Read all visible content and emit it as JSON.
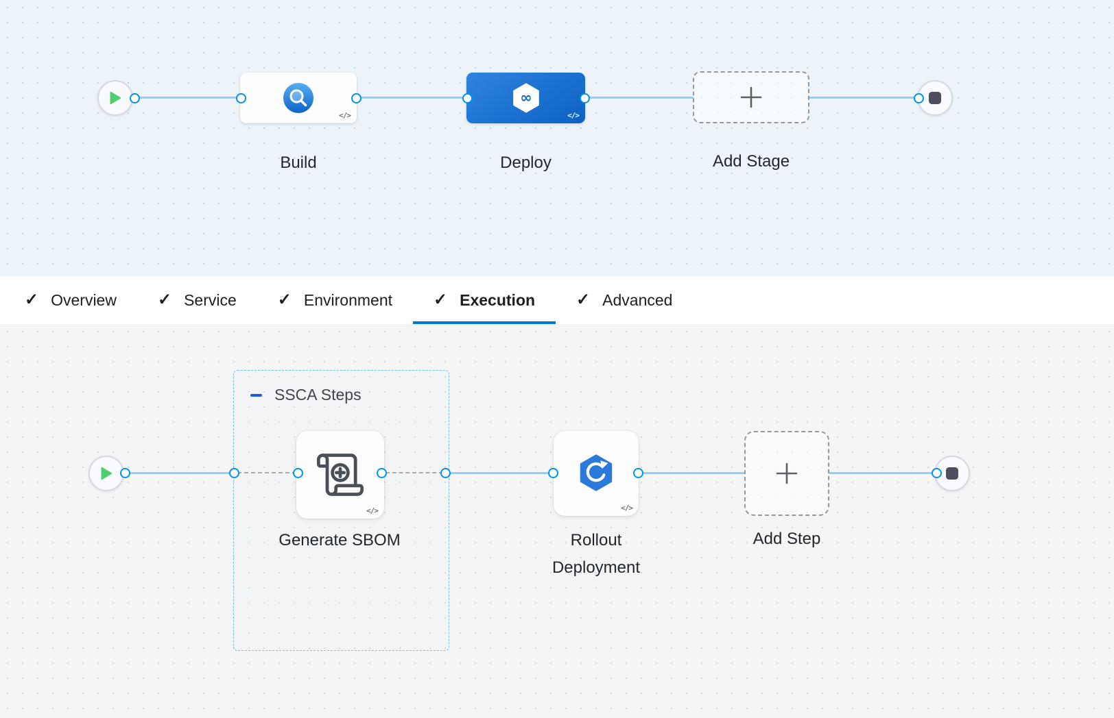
{
  "colors": {
    "accent": "#0278d5",
    "connector_blue": "#8ed0f4",
    "port_border": "#0092e4",
    "selected_stage_blue": "#1b72d4",
    "play_green": "#4fce70",
    "stop_gray": "#4d4f5e",
    "group_border_blue": "#6fc0ee",
    "text_dark": "#22272e"
  },
  "stage_pipeline": {
    "stages": [
      {
        "name": "Build",
        "type": "ci-stage",
        "selected": false
      },
      {
        "name": "Deploy",
        "type": "cd-stage",
        "selected": true
      }
    ],
    "add_stage_label": "Add Stage",
    "code_glyph": "</>"
  },
  "tab_bar": {
    "check_glyph": "✓",
    "tabs": [
      {
        "label": "Overview",
        "checked": true,
        "active": false
      },
      {
        "label": "Service",
        "checked": true,
        "active": false
      },
      {
        "label": "Environment",
        "checked": true,
        "active": false
      },
      {
        "label": "Execution",
        "checked": true,
        "active": true
      },
      {
        "label": "Advanced",
        "checked": true,
        "active": false
      }
    ]
  },
  "execution_pipeline": {
    "group": {
      "label": "SSCA Steps"
    },
    "steps": [
      {
        "name": "Generate SBOM",
        "type": "sbom-step"
      },
      {
        "name": "Rollout Deployment",
        "type": "rollout-step"
      }
    ],
    "add_step_label": "Add Step",
    "code_glyph": "</>"
  }
}
